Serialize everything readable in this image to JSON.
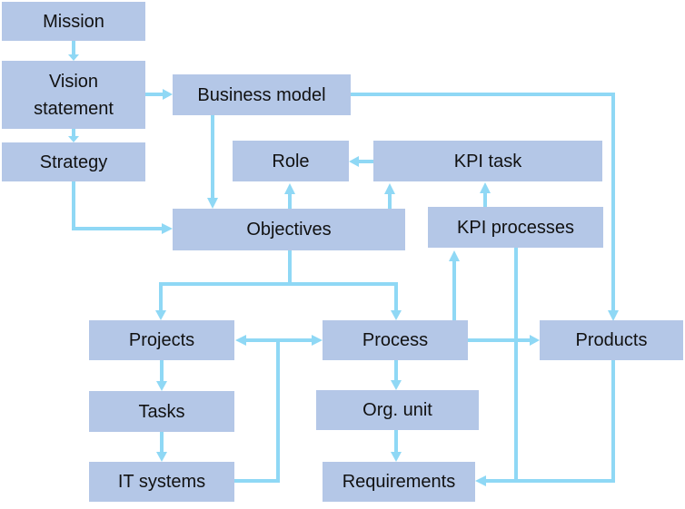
{
  "nodes": {
    "mission": "Mission",
    "vision_line1": "Vision",
    "vision_line2": "statement",
    "strategy": "Strategy",
    "business_model": "Business model",
    "role": "Role",
    "kpi_task": "KPI task",
    "objectives": "Objectives",
    "kpi_processes": "KPI processes",
    "projects": "Projects",
    "process": "Process",
    "products": "Products",
    "tasks": "Tasks",
    "org_unit": "Org. unit",
    "it_systems": "IT systems",
    "requirements": "Requirements"
  },
  "colors": {
    "box_fill": "#b4c7e7",
    "connector": "#8fd8f5",
    "text": "#111111"
  }
}
